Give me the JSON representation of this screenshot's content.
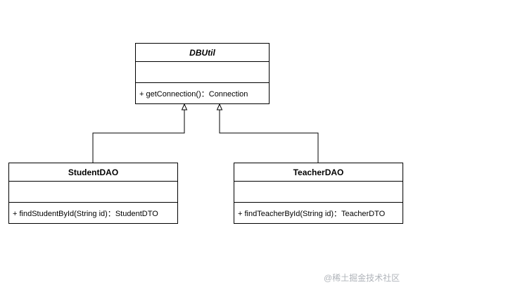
{
  "diagram": {
    "type": "uml-class-diagram",
    "classes": [
      {
        "id": "dbutil",
        "name": "DBUtil",
        "abstract": true,
        "attributes": [],
        "operations": [
          "+ getConnection()：Connection"
        ]
      },
      {
        "id": "student",
        "name": "StudentDAO",
        "abstract": false,
        "attributes": [],
        "operations": [
          "+ findStudentById(String id)：StudentDTO"
        ]
      },
      {
        "id": "teacher",
        "name": "TeacherDAO",
        "abstract": false,
        "attributes": [],
        "operations": [
          "+ findTeacherById(String id)：TeacherDTO"
        ]
      }
    ],
    "relationships": [
      {
        "type": "generalization",
        "from": "StudentDAO",
        "to": "DBUtil"
      },
      {
        "type": "generalization",
        "from": "TeacherDAO",
        "to": "DBUtil"
      }
    ]
  },
  "watermark": "@稀土掘金技术社区",
  "colors": {
    "line": "#000000",
    "background": "#ffffff",
    "watermark": "#b0b4ba"
  }
}
